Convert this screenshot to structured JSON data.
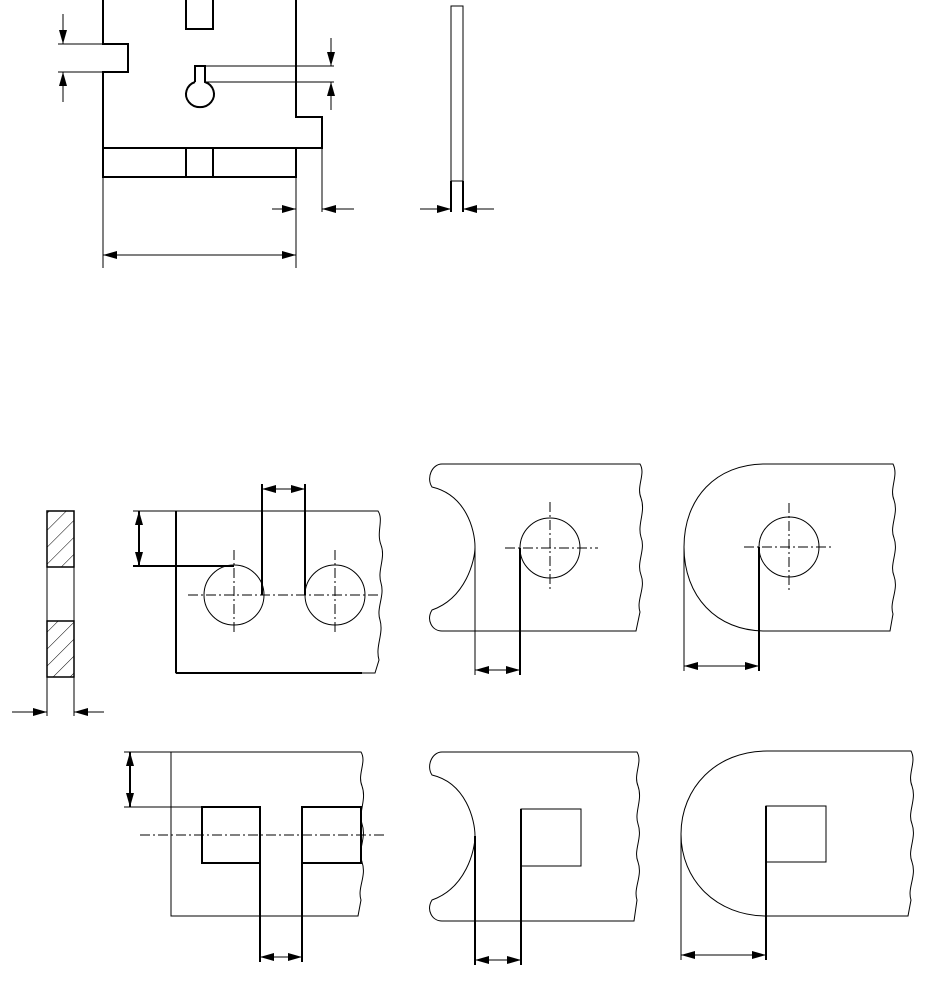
{
  "figure": {
    "kind": "technical-drawing",
    "colors": {
      "line": "#000000",
      "background": "#ffffff"
    },
    "views": [
      "plate-front-view",
      "plate-side-view",
      "strip-section-view",
      "round-holes-edge-distance",
      "round-hole-near-concave-end",
      "round-hole-near-rounded-end",
      "square-holes-edge-distance",
      "square-hole-near-concave-end",
      "square-hole-near-rounded-end"
    ]
  }
}
